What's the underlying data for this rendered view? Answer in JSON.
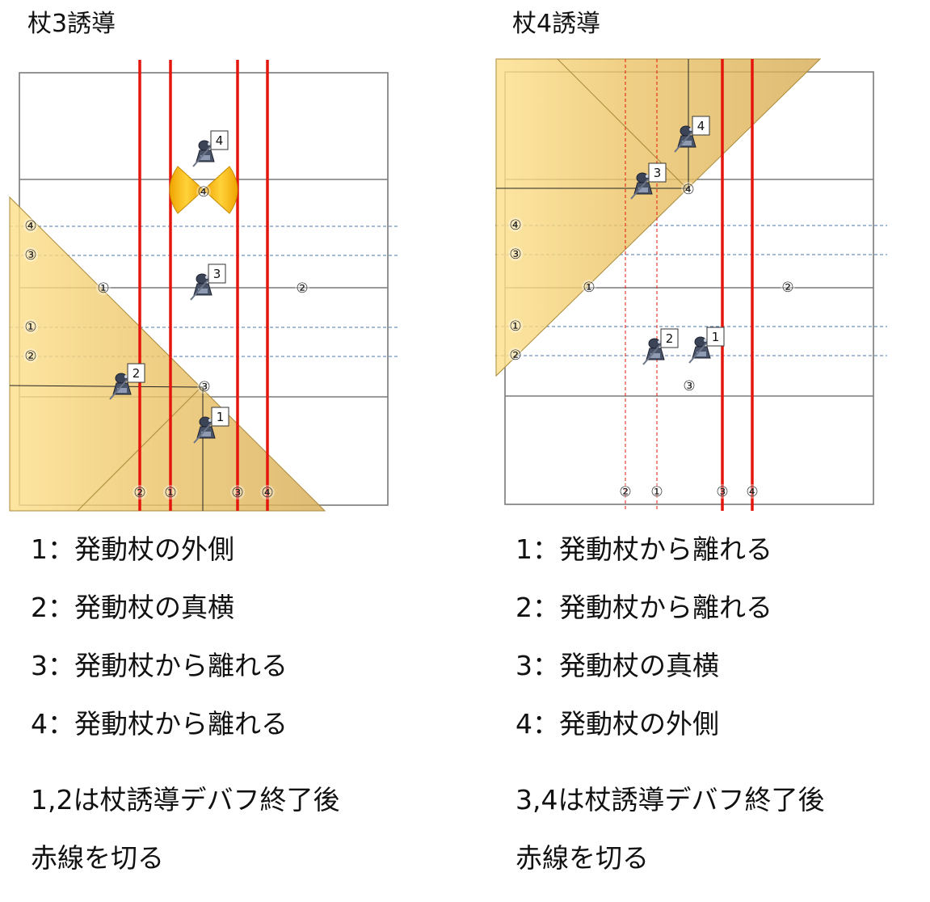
{
  "left": {
    "title": "杖3誘導",
    "notes": [
      "1：発動杖の外側",
      "2：発動杖の真横",
      "3：発動杖から離れる",
      "4：発動杖から離れる",
      "1,2は杖誘導デバフ終了後",
      "赤線を切る"
    ]
  },
  "right": {
    "title": "杖4誘導",
    "notes": [
      "1：発動杖から離れる",
      "2：発動杖から離れる",
      "3：発動杖の真横",
      "4：発動杖の外側",
      "3,4は杖誘導デバフ終了後",
      "赤線を切る"
    ]
  },
  "marker_labels": [
    "①",
    "②",
    "③",
    "④"
  ],
  "player_labels": [
    "1",
    "2",
    "3",
    "4"
  ],
  "colors": {
    "grid": "#7a7a7a",
    "tether_red": "#e4150c",
    "aoe_fill": "#f4c24a",
    "aoe_edge": "#a88a3a",
    "dash_blue": "#4d77a8",
    "cleave_gold": "#f3a800"
  }
}
